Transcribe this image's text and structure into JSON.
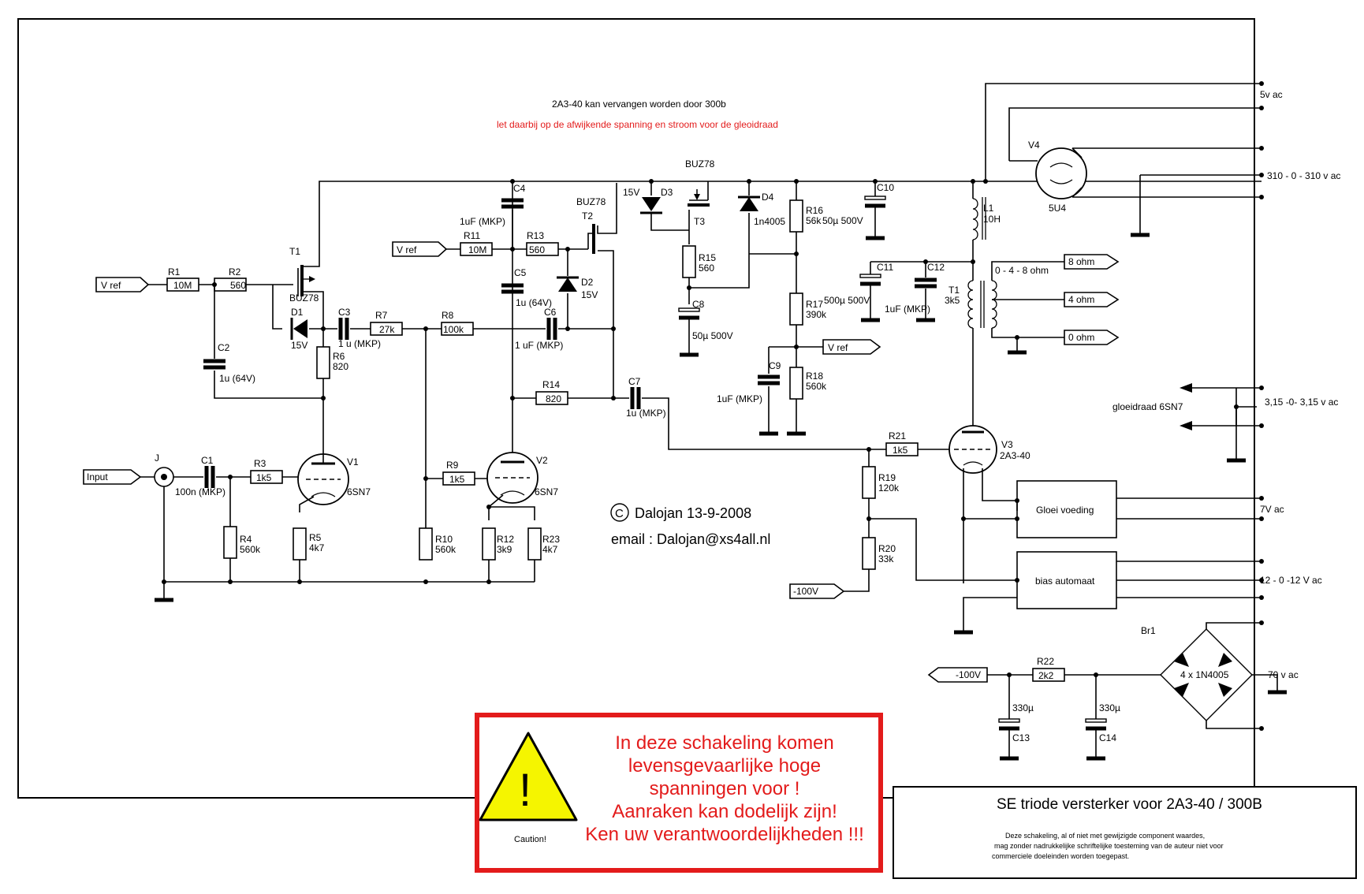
{
  "notes": {
    "line1": "2A3-40 kan vervangen worden door 300b",
    "line2": "let daarbij op de afwijkende spanning en stroom voor de gleoidraad"
  },
  "signature": {
    "copyright_symbol": "C",
    "author_date": "Dalojan 13-9-2008",
    "email": "email : Dalojan@xs4all.nl"
  },
  "warning": {
    "exclamation": "!",
    "caution": "Caution!",
    "lines": [
      "In deze schakeling komen",
      "levensgevaarlijke hoge",
      "spanningen voor !",
      "Aanraken kan dodelijk zijn!",
      "Ken uw verantwoordelijkheden !!!"
    ],
    "accent_color": "#e31b1b",
    "sign_color": "#f5f500"
  },
  "title_block": {
    "title": "SE triode versterker voor 2A3-40 / 300B",
    "note_lines": [
      "Deze schakeling, al of niet met gewijzigde component waardes,",
      "mag zonder nadrukkelijke schriftelijke  toesteming van de auteur niet voor",
      "commerciele doeleinden worden toegepast."
    ]
  },
  "ports": {
    "vref1": "V ref",
    "vref2": "V ref",
    "vref3": "V ref",
    "input": "Input",
    "neg100_a": "-100V",
    "neg100_b": "-100V",
    "out8": "8 ohm",
    "out4": "4 ohm",
    "out0": "0 ohm"
  },
  "supply_labels": {
    "v5ac": "5v ac",
    "v310": "310 - 0 - 310 v ac",
    "heater_6sn7": "gloeidraad 6SN7",
    "v315": "3,15 -0- 3,15 v ac",
    "v7ac": "7V ac",
    "v12": "12 - 0 -12 V ac",
    "v70": "70 v ac"
  },
  "blocks": {
    "gloei": "Gloei voeding",
    "bias": "bias automaat"
  },
  "components": {
    "R1": [
      "R1",
      "10M"
    ],
    "R2": [
      "R2",
      "560"
    ],
    "R3": [
      "R3",
      "1k5"
    ],
    "R4": [
      "R4",
      "560k"
    ],
    "R5": [
      "R5",
      "4k7"
    ],
    "R6": [
      "R6",
      "820"
    ],
    "R7": [
      "R7",
      "27k"
    ],
    "R8": [
      "R8",
      "100k"
    ],
    "R9": [
      "R9",
      "1k5"
    ],
    "R10": [
      "R10",
      "560k"
    ],
    "R11": [
      "R11",
      "10M"
    ],
    "R12": [
      "R12",
      "3k9"
    ],
    "R13": [
      "R13",
      "560"
    ],
    "R14": [
      "R14",
      "820"
    ],
    "R15": [
      "R15",
      "560"
    ],
    "R16": [
      "R16",
      "56k"
    ],
    "R17": [
      "R17",
      "390k"
    ],
    "R18": [
      "R18",
      "560k"
    ],
    "R19": [
      "R19",
      "120k"
    ],
    "R20": [
      "R20",
      "33k"
    ],
    "R21": [
      "R21",
      "1k5"
    ],
    "R22": [
      "R22",
      "2k2"
    ],
    "R23": [
      "R23",
      "4k7"
    ],
    "C1": [
      "C1",
      "100n (MKP)"
    ],
    "C2": [
      "C2",
      "1u (64V)"
    ],
    "C3": [
      "C3",
      "1 u (MKP)"
    ],
    "C4": [
      "C4",
      "1uF (MKP)"
    ],
    "C5": [
      "C5",
      "1u (64V)"
    ],
    "C6": [
      "C6",
      "1 uF (MKP)"
    ],
    "C7": [
      "C7",
      "1u (MKP)"
    ],
    "C8": [
      "C8",
      "50µ 500V"
    ],
    "C9": [
      "C9",
      "1uF (MKP)"
    ],
    "C10": [
      "C10",
      "50µ 500V"
    ],
    "C11": [
      "C11",
      "500µ 500V"
    ],
    "C12": [
      "C12",
      "1uF (MKP)"
    ],
    "C13": [
      "C13",
      "330µ"
    ],
    "C14": [
      "C14",
      "330µ"
    ],
    "D1": [
      "D1",
      "15V"
    ],
    "D2": [
      "D2",
      "15V"
    ],
    "D3": [
      "D3",
      "15V"
    ],
    "D4": [
      "D4",
      "1n4005"
    ],
    "T1": [
      "T1",
      "BUZ78"
    ],
    "T2": [
      "T2",
      "BUZ78"
    ],
    "T3": [
      "T3",
      "BUZ78"
    ],
    "V1": [
      "V1",
      "6SN7"
    ],
    "V2": [
      "V2",
      "6SN7"
    ],
    "V3": [
      "V3",
      "2A3-40"
    ],
    "V4": [
      "V4",
      "5U4"
    ],
    "L1": [
      "L1",
      "10H"
    ],
    "TR1": [
      "T1",
      "3k5"
    ],
    "Br1": [
      "Br1",
      "4 x 1N4005"
    ],
    "J": [
      "J",
      ""
    ],
    "taps": [
      "0 - 4 - 8 ohm",
      ""
    ]
  }
}
